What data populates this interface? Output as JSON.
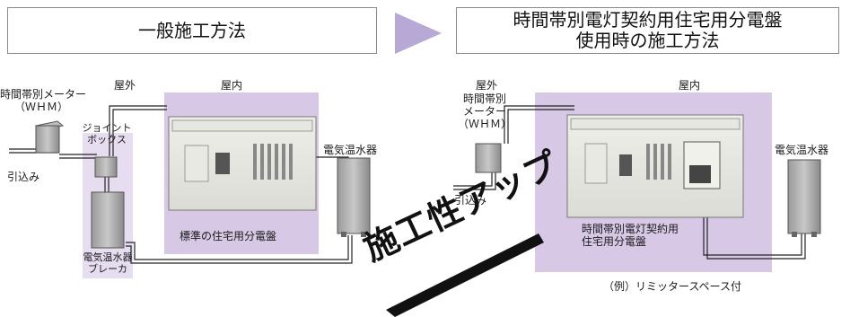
{
  "left": {
    "title": "一般施工方法",
    "outdoor": "屋外",
    "indoor": "屋内",
    "meter_line1": "時間帯別メーター",
    "meter_line2": "（ＷＨＭ）",
    "joint_box_line1": "ジョイント",
    "joint_box_line2": "ボックス",
    "service_entry": "引込み",
    "heater": "電気温水器",
    "breaker_line1": "電気温水器",
    "breaker_line2": "ブレーカ",
    "panel_caption": "標準の住宅用分電盤"
  },
  "right": {
    "title_line1": "時間帯別電灯契約用住宅用分電盤",
    "title_line2": "使用時の施工方法",
    "outdoor": "屋外",
    "indoor": "屋内",
    "meter_line1": "時間帯別",
    "meter_line2": "メーター",
    "meter_line3": "（ＷＨＭ）",
    "service_entry": "引込み",
    "heater": "電気温水器",
    "panel_caption_line1": "時間帯別電灯契約用",
    "panel_caption_line2": "住宅用分電盤",
    "footnote": "（例）リミッタースペース付"
  },
  "banner": "施工性アップ",
  "colors": {
    "zone": "#d7c9e6",
    "arrow": "#b7a8d6",
    "box_border": "#8a8a8a"
  }
}
